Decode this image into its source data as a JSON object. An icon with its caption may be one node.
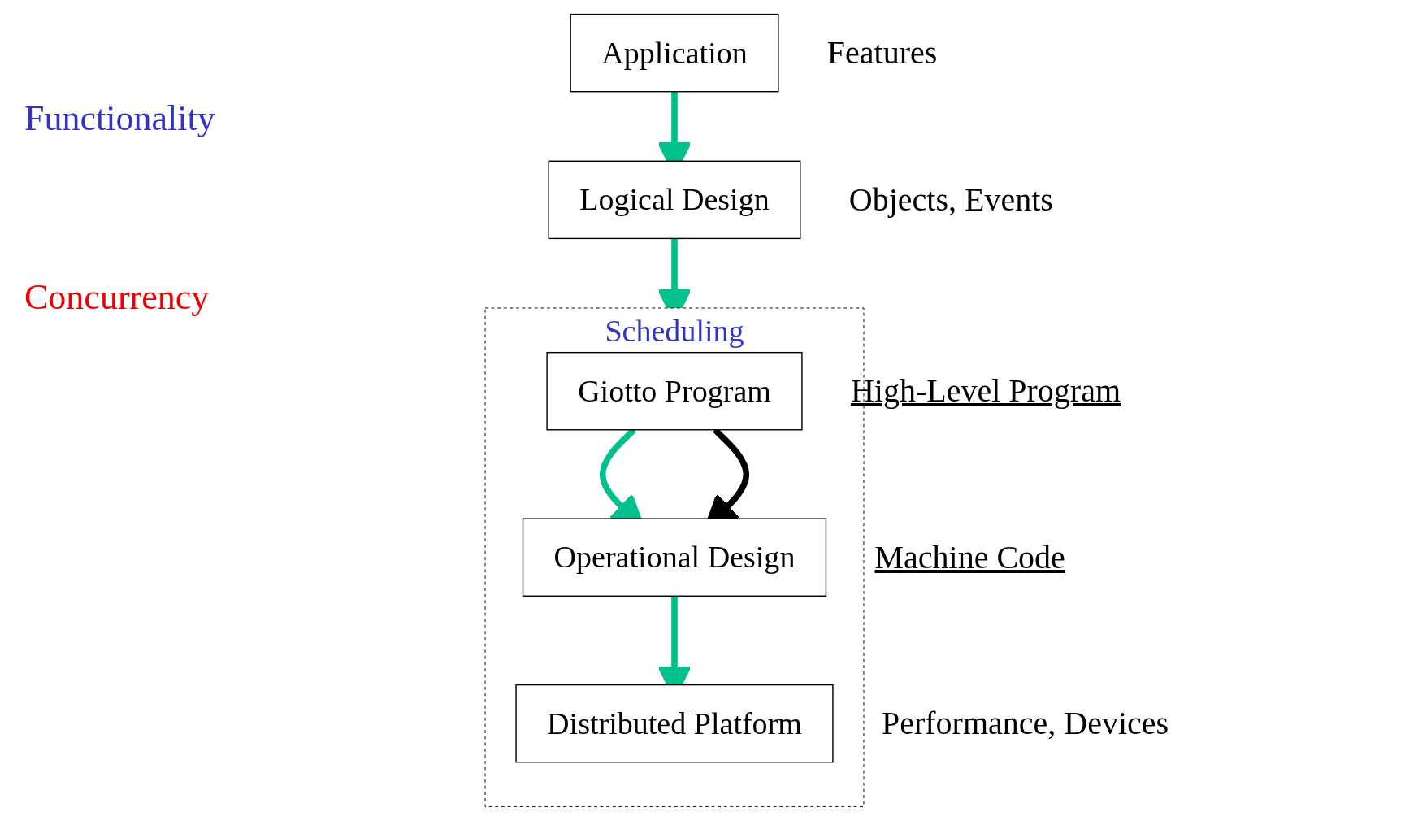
{
  "diagram": {
    "nodes": [
      {
        "text": [
          "Application"
        ],
        "beside": [
          "Features"
        ]
      },
      {
        "text": [
          "Logical Design"
        ],
        "beside": [
          "Objects, Events"
        ]
      },
      {
        "text": [
          "Scheduling"
        ]
      },
      {
        "text": [
          "Giotto Program"
        ],
        "in": 2,
        "beside": [
          "High-Level Program"
        ]
      },
      {
        "text": [
          "Operational Design"
        ],
        "in": 2,
        "beside": [
          "Machine Code"
        ]
      },
      {
        "text": [
          "Distributed Platform"
        ],
        "in": 2,
        "beside": [
          "Performance, Devices"
        ]
      }
    ],
    "edges": [
      {
        "from": 0,
        "to": 1,
        "arrow": "to"
      },
      {
        "from": 1,
        "to": 2,
        "arrow": "to"
      },
      {
        "from": 3,
        "to": 4,
        "arrow": "to"
      },
      {
        "from": 3,
        "to": 4,
        "arrow": "to",
        "color": "#000000"
      },
      {
        "from": 4,
        "to": 5,
        "arrow": "to"
      }
    ],
    "labels": [
      "Functionality",
      "Concurrency"
    ]
  }
}
